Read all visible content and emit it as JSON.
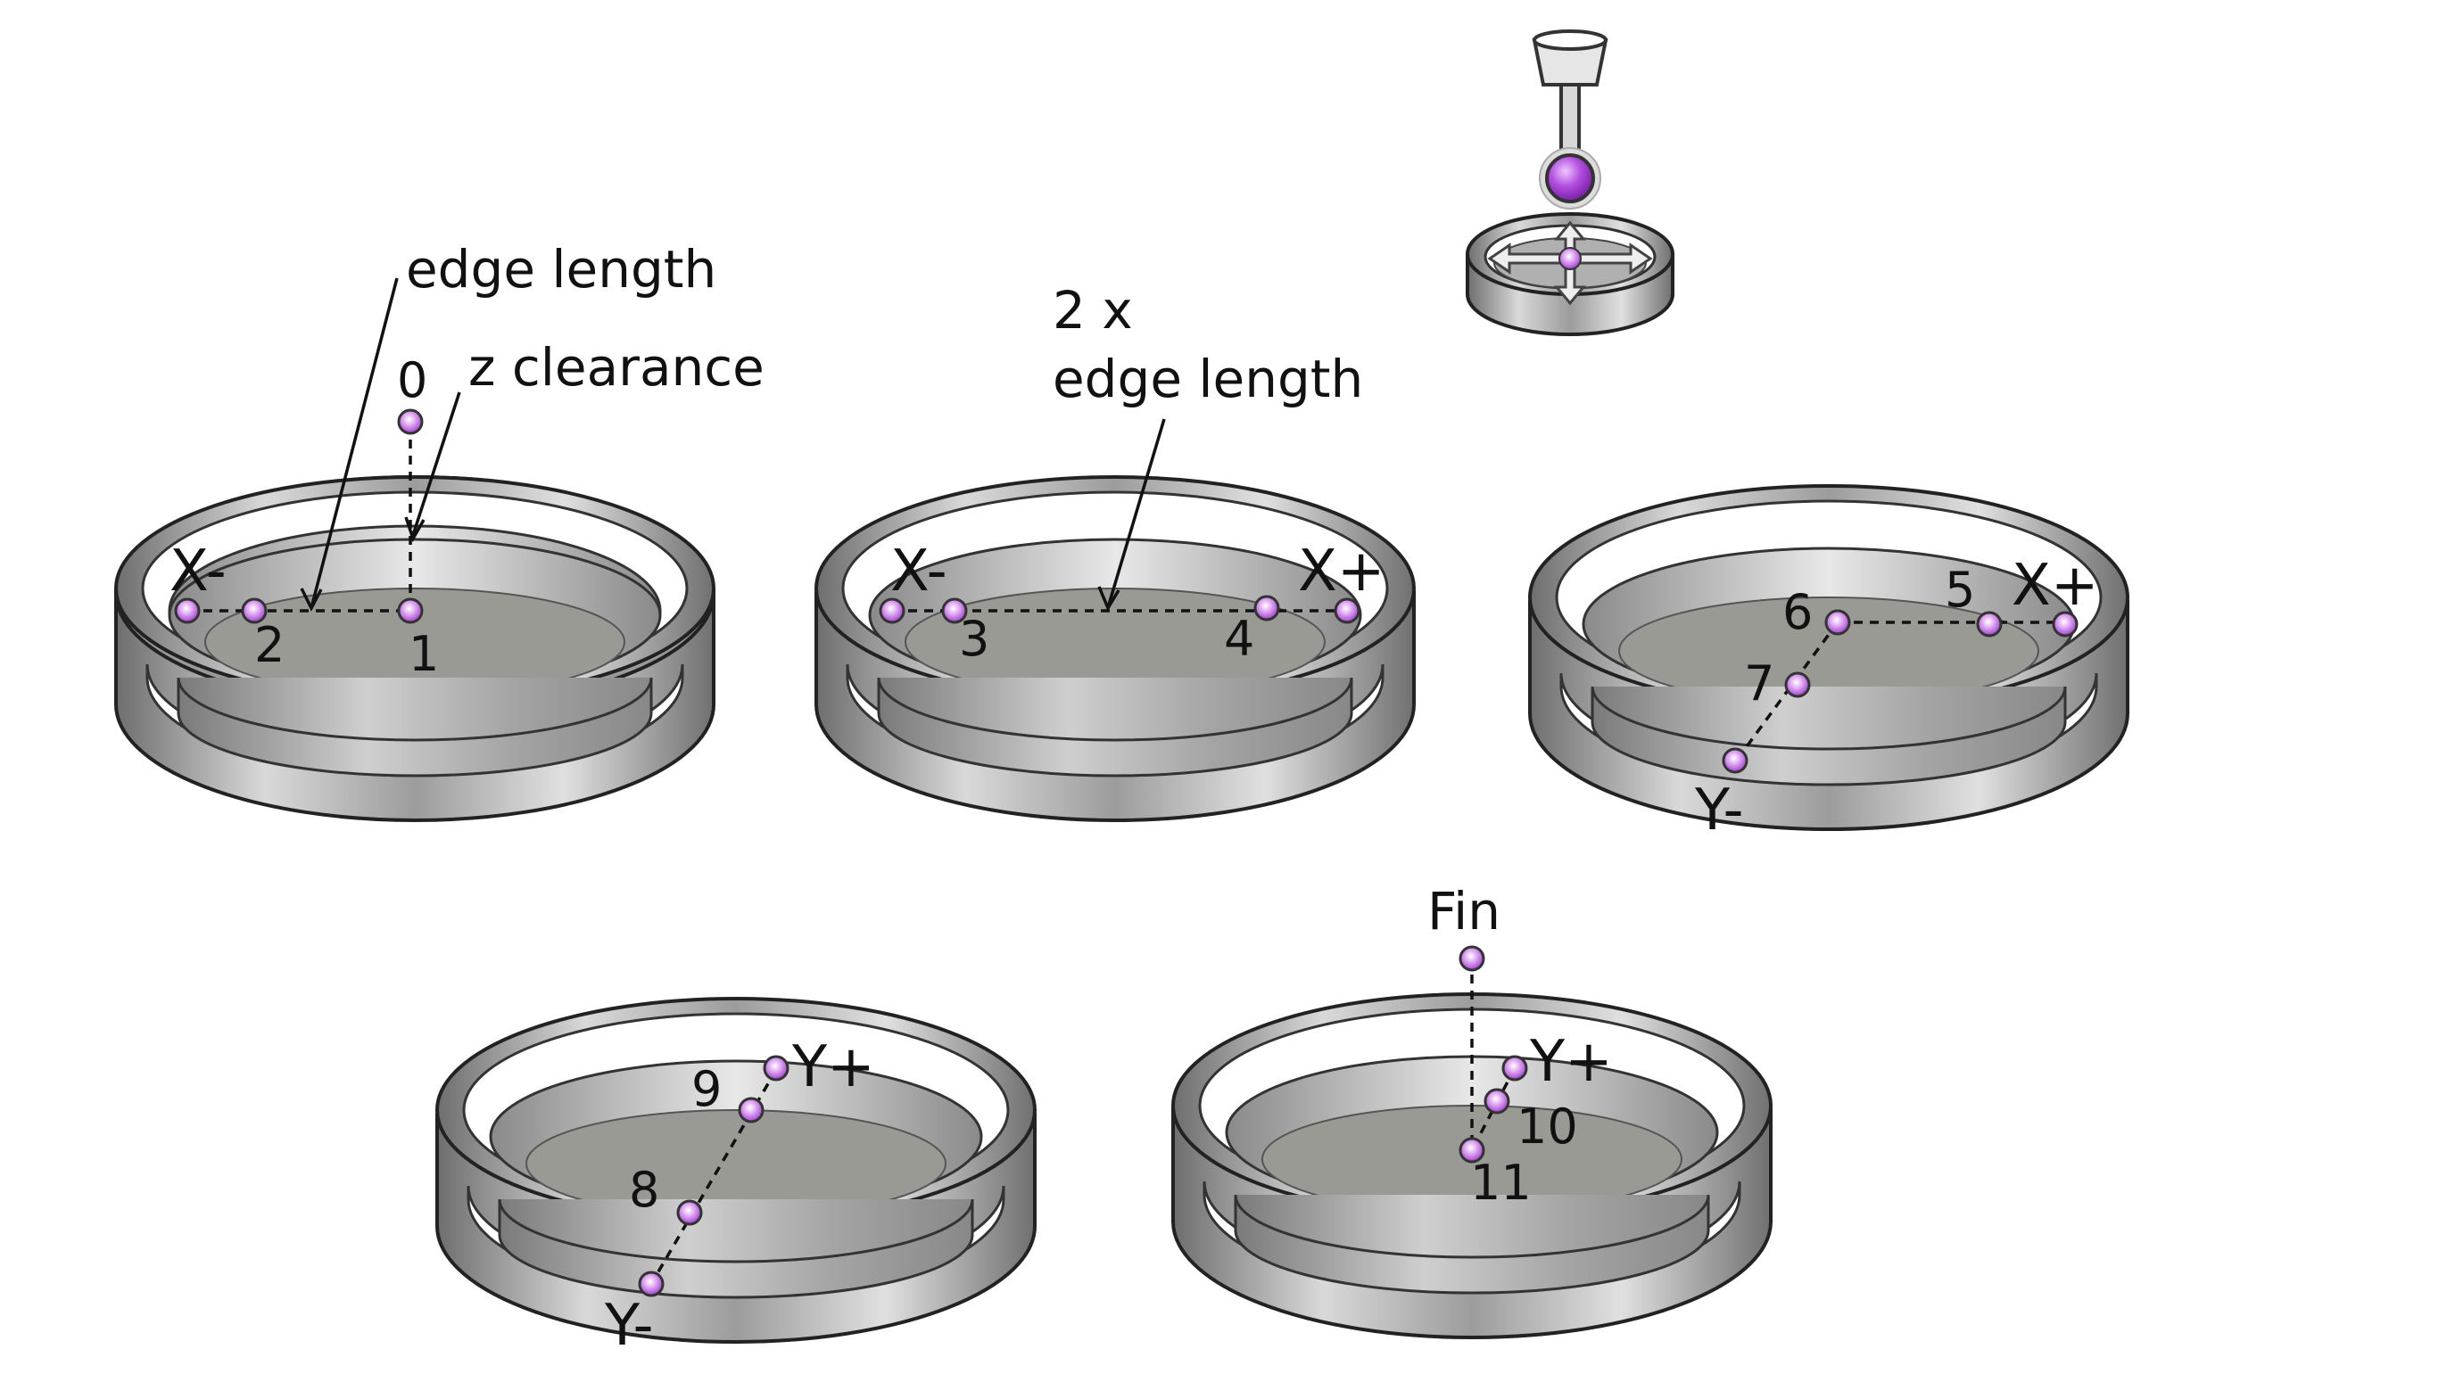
{
  "labels": {
    "edge_length": "edge length",
    "z_clearance": "z clearance",
    "two_x_line1": "2 x",
    "two_x_line2": "edge length",
    "fin": "Fin"
  },
  "axes": {
    "x_minus": "X-",
    "x_plus": "X+",
    "y_minus": "Y-",
    "y_plus": "Y+"
  },
  "points": {
    "p0": "0",
    "p1": "1",
    "p2": "2",
    "p3": "3",
    "p4": "4",
    "p5": "5",
    "p6": "6",
    "p7": "7",
    "p8": "8",
    "p9": "9",
    "p10": "10",
    "p11": "11"
  },
  "colors": {
    "probe_point": "#b94ce0",
    "ring_dark": "#4a4a4a",
    "floor": "#9a9a94",
    "metal_mid": "#a8a8a8"
  },
  "icons": {
    "probe": "touch-probe-icon",
    "center_finder": "bore-center-finder-icon"
  }
}
